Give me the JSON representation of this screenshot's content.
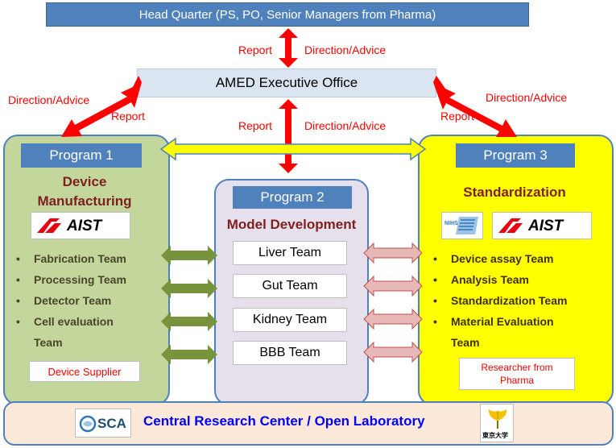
{
  "header": {
    "title": "Head Quarter  (PS, PO, Senior Managers from Pharma)"
  },
  "executive": {
    "title": "AMED Executive Office"
  },
  "labels": {
    "report": "Report",
    "direction": "Direction/Advice"
  },
  "program1": {
    "title": "Program 1",
    "subtitle": "Device Manufacturing",
    "logo": "AIST",
    "teams": [
      "Fabrication Team",
      "Processing Team",
      "Detector Team",
      "Cell evaluation",
      "Team"
    ],
    "supplier": "Device Supplier"
  },
  "program2": {
    "title": "Program 2",
    "subtitle": "Model Development",
    "teams": [
      "Liver Team",
      "Gut Team",
      "Kidney Team",
      "BBB Team"
    ]
  },
  "program3": {
    "title": "Program 3",
    "subtitle": "Standardization",
    "logo_small": "NIHS",
    "logo": "AIST",
    "teams": [
      "Device assay Team",
      "Analysis Team",
      "Standardization Team",
      "Material Evaluation",
      "Team"
    ],
    "supplier": "Researcher from Pharma"
  },
  "central": {
    "title": "Central Research Center / Open Laboratory",
    "logo_left": "SCA",
    "logo_right": "東京大学"
  },
  "colors": {
    "red_arrow": "#ff0000",
    "yellow_arrow": "#ffff00",
    "green_arrow": "#77933c",
    "pink_arrow": "#e6b9b8",
    "blue_title": "#4f81bd",
    "central_text": "#0000ff"
  }
}
